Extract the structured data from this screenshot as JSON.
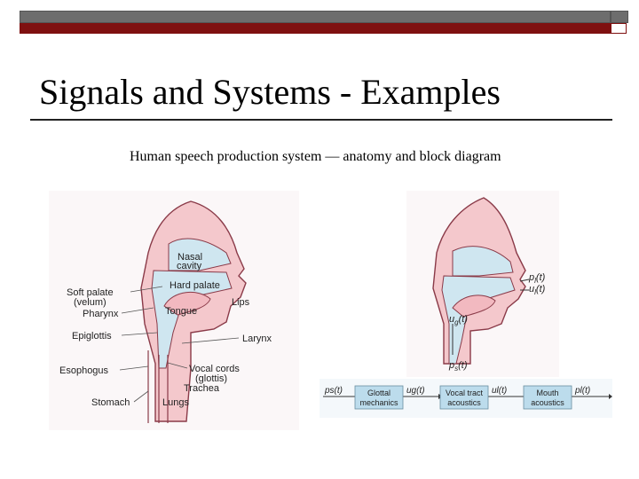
{
  "slide": {
    "title": "Signals and Systems - Examples",
    "subtitle": "Human speech production system — anatomy and block diagram"
  },
  "anatomy_labels": {
    "nasal": "Nasal",
    "cavity": "cavity",
    "hard_palate": "Hard palate",
    "soft_palate": "Soft palate",
    "velum": "(velum)",
    "pharynx": "Pharynx",
    "tongue": "Tongue",
    "lips": "Lips",
    "epiglottis": "Epiglottis",
    "larynx": "Larynx",
    "esophogus": "Esophogus",
    "vocal_cords": "Vocal cords",
    "glottis": "(glottis)",
    "trachea": "Trachea",
    "stomach": "Stomach",
    "lungs": "Lungs"
  },
  "model_labels": {
    "pl": "p",
    "ul": "u",
    "ug": "u",
    "ps": "p",
    "sub_l": "l",
    "sub_g": "g",
    "sub_s": "s",
    "t": "(t)"
  },
  "block_diagram": {
    "blocks": [
      {
        "line1": "Glottal",
        "line2": "mechanics"
      },
      {
        "line1": "Vocal tract",
        "line2": "acoustics"
      },
      {
        "line1": "Mouth",
        "line2": "acoustics"
      }
    ],
    "signals": [
      "ps(t)",
      "ug(t)",
      "ul(t)",
      "pl(t)"
    ]
  },
  "colors": {
    "title_bar_gray": "#6d6d6d",
    "title_bar_red": "#7f1010",
    "tissue": "#f4c8cc",
    "airway": "#cfe6f0",
    "outline": "#8a3a48",
    "block_fill": "#bcdcec"
  }
}
